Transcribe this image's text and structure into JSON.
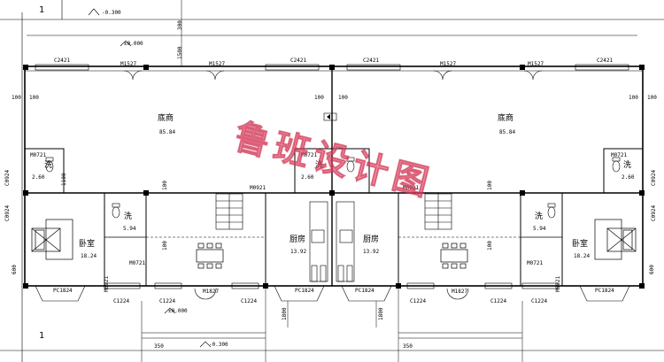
{
  "axis": {
    "left": "1",
    "bottom_left": "1"
  },
  "elevations": {
    "top": "-0.300",
    "floor": "±0.000",
    "entry": "±0.000",
    "bottom": "-0.300"
  },
  "dims": {
    "d300": "300",
    "d1500": "1500",
    "d100": "100",
    "d600": "600",
    "d1100": "1100",
    "d1800": "1800",
    "d350": "350"
  },
  "labels": {
    "c2421": "C2421",
    "m1527": "M1527",
    "m0721": "M0721",
    "m0921": "M0921",
    "m0721b": "M0721",
    "c0924": "C0924",
    "pc1824": "PC1824",
    "c1224": "C1224",
    "m1827": "M1827"
  },
  "rooms": {
    "shop_l": {
      "name": "底商",
      "area": "85.84"
    },
    "shop_r": {
      "name": "底商",
      "area": "85.84"
    },
    "wash_l": {
      "name": "洗",
      "area": "2.60"
    },
    "wash_r": {
      "name": "洗",
      "area": "2.60"
    },
    "wash_ml": {
      "name": "洗",
      "area": "2.60"
    },
    "bath_l": {
      "name": "洗",
      "area": "5.94"
    },
    "bath_r": {
      "name": "洗",
      "area": "5.94"
    },
    "bed_l": {
      "name": "卧室",
      "area": "18.24"
    },
    "bed_r": {
      "name": "卧室",
      "area": "18.24"
    },
    "kit_l": {
      "name": "厨房",
      "area": "13.92"
    },
    "kit_r": {
      "name": "厨房",
      "area": "13.92"
    }
  },
  "watermark": "鲁班设计图",
  "colors": {
    "line": "#000000",
    "watermark": "#e8506a"
  }
}
